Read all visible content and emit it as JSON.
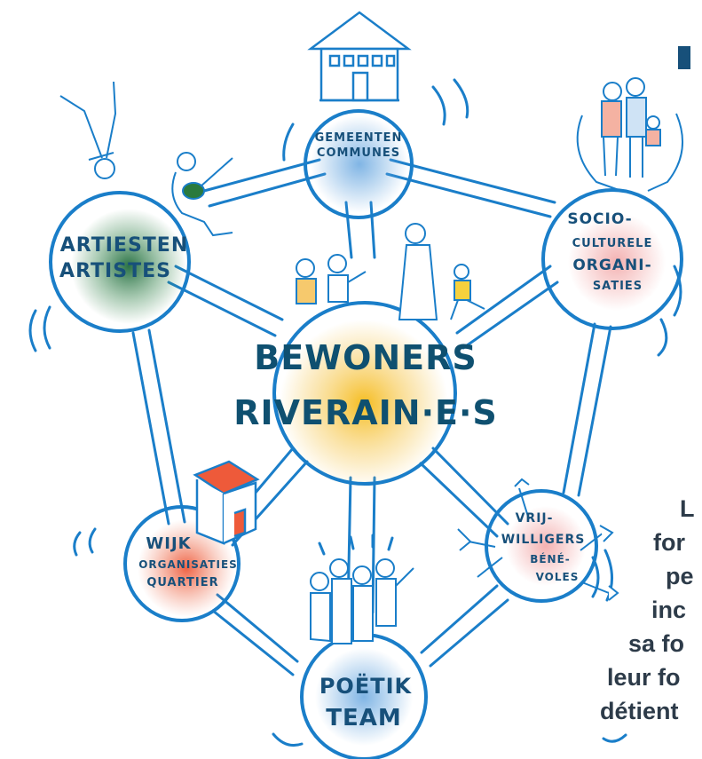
{
  "colors": {
    "line": "#1a7ec9",
    "text": "#17507a",
    "glow_blue": "#6aa8e0",
    "glow_green": "#1f6a3c",
    "glow_pink": "#f2a9a9",
    "glow_yellow": "#f5b914",
    "glow_red": "#ee5a3a"
  },
  "nodes": {
    "center": {
      "line1": "BEWONERS",
      "line2": "RIVERAIN·E·S"
    },
    "top": {
      "line1": "GEMEENTEN",
      "line2": "COMMUNES"
    },
    "left": {
      "line1": "ARTIESTEN",
      "line2": "ARTISTES"
    },
    "right": {
      "line1": "SOCIO-",
      "line2": "CULTURELE",
      "line3": "ORGANI-",
      "line4": "SATIES"
    },
    "bottom_left": {
      "line1": "WIJK",
      "line2": "ORGANISATIES",
      "line3": "QUARTIER"
    },
    "bottom_right": {
      "line1": "VRIJ-",
      "line2": "WILLIGERS",
      "line3": "BÉNÉ-",
      "line4": "VOLES"
    },
    "bottom": {
      "line1": "POËTIK",
      "line2": "TEAM"
    }
  },
  "side_text": {
    "fragments": [
      "L",
      "for",
      "pe",
      "inc",
      "sa fo",
      "leur fo",
      "détient"
    ]
  }
}
